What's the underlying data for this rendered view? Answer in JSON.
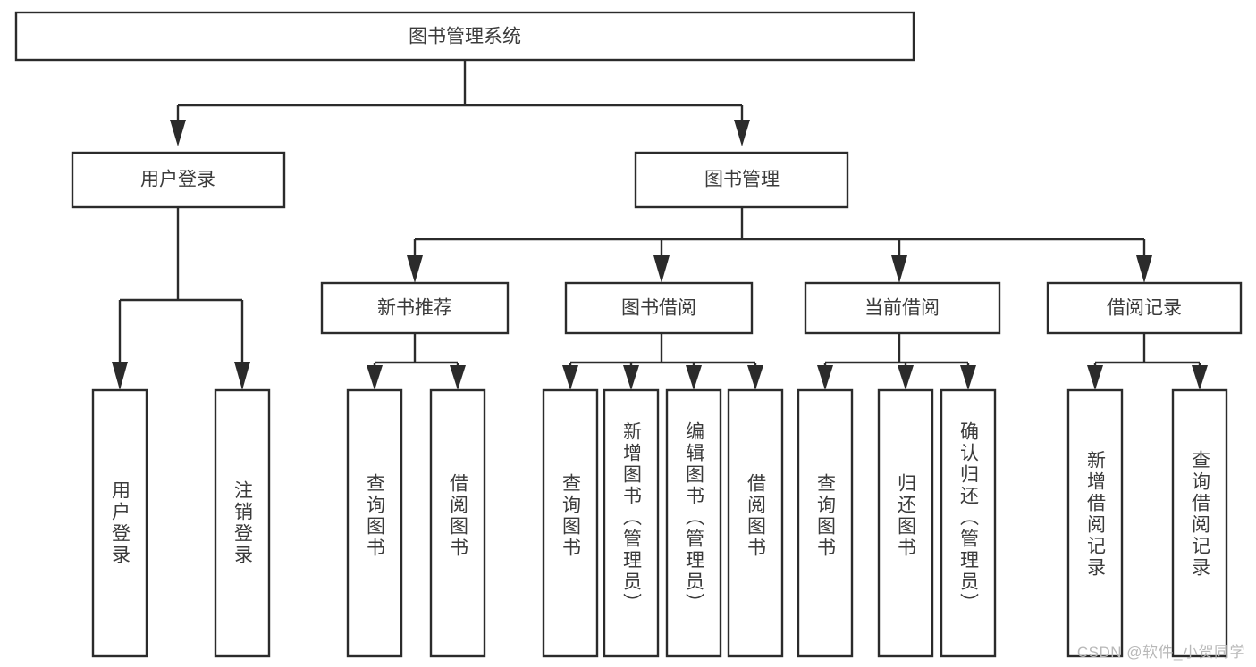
{
  "diagram": {
    "title": "图书管理系统",
    "type": "hierarchy-tree",
    "watermark": "CSDN @软件_小贺同学",
    "colors": {
      "stroke": "#2b2b2b",
      "fill": "#ffffff",
      "text": "#3b3b3b",
      "watermark": "#b8b8b8",
      "background": "#ffffff"
    },
    "levels": {
      "level1": [
        {
          "id": "root",
          "label": "图书管理系统",
          "orientation": "horizontal"
        }
      ],
      "level2": [
        {
          "id": "user-login",
          "label": "用户登录",
          "orientation": "horizontal",
          "parent": "root"
        },
        {
          "id": "book-mgmt",
          "label": "图书管理",
          "orientation": "horizontal",
          "parent": "root"
        }
      ],
      "level3": [
        {
          "id": "new-book-rec",
          "label": "新书推荐",
          "orientation": "horizontal",
          "parent": "book-mgmt"
        },
        {
          "id": "book-borrow",
          "label": "图书借阅",
          "orientation": "horizontal",
          "parent": "book-mgmt"
        },
        {
          "id": "current-borrow",
          "label": "当前借阅",
          "orientation": "horizontal",
          "parent": "book-mgmt"
        },
        {
          "id": "borrow-record",
          "label": "借阅记录",
          "orientation": "horizontal",
          "parent": "book-mgmt"
        }
      ],
      "leaves": [
        {
          "id": "leaf-user-login",
          "label": "用户登录",
          "orientation": "vertical",
          "parent": "user-login"
        },
        {
          "id": "leaf-user-logout",
          "label": "注销登录",
          "orientation": "vertical",
          "parent": "user-login"
        },
        {
          "id": "leaf-query-book-1",
          "label": "查询图书",
          "orientation": "vertical",
          "parent": "new-book-rec"
        },
        {
          "id": "leaf-borrow-book-1",
          "label": "借阅图书",
          "orientation": "vertical",
          "parent": "new-book-rec"
        },
        {
          "id": "leaf-query-book-2",
          "label": "查询图书",
          "orientation": "vertical",
          "parent": "book-borrow"
        },
        {
          "id": "leaf-add-book",
          "label": "新增图书（管理员）",
          "orientation": "vertical",
          "parent": "book-borrow"
        },
        {
          "id": "leaf-edit-book",
          "label": "编辑图书（管理员）",
          "orientation": "vertical",
          "parent": "book-borrow"
        },
        {
          "id": "leaf-borrow-book-2",
          "label": "借阅图书",
          "orientation": "vertical",
          "parent": "book-borrow"
        },
        {
          "id": "leaf-query-book-3",
          "label": "查询图书",
          "orientation": "vertical",
          "parent": "current-borrow"
        },
        {
          "id": "leaf-return-book",
          "label": "归还图书",
          "orientation": "vertical",
          "parent": "current-borrow"
        },
        {
          "id": "leaf-confirm-return",
          "label": "确认归还（管理员）",
          "orientation": "vertical",
          "parent": "current-borrow"
        },
        {
          "id": "leaf-add-record",
          "label": "新增借阅记录",
          "orientation": "vertical",
          "parent": "borrow-record"
        },
        {
          "id": "leaf-query-record",
          "label": "查询借阅记录",
          "orientation": "vertical",
          "parent": "borrow-record"
        }
      ]
    }
  }
}
